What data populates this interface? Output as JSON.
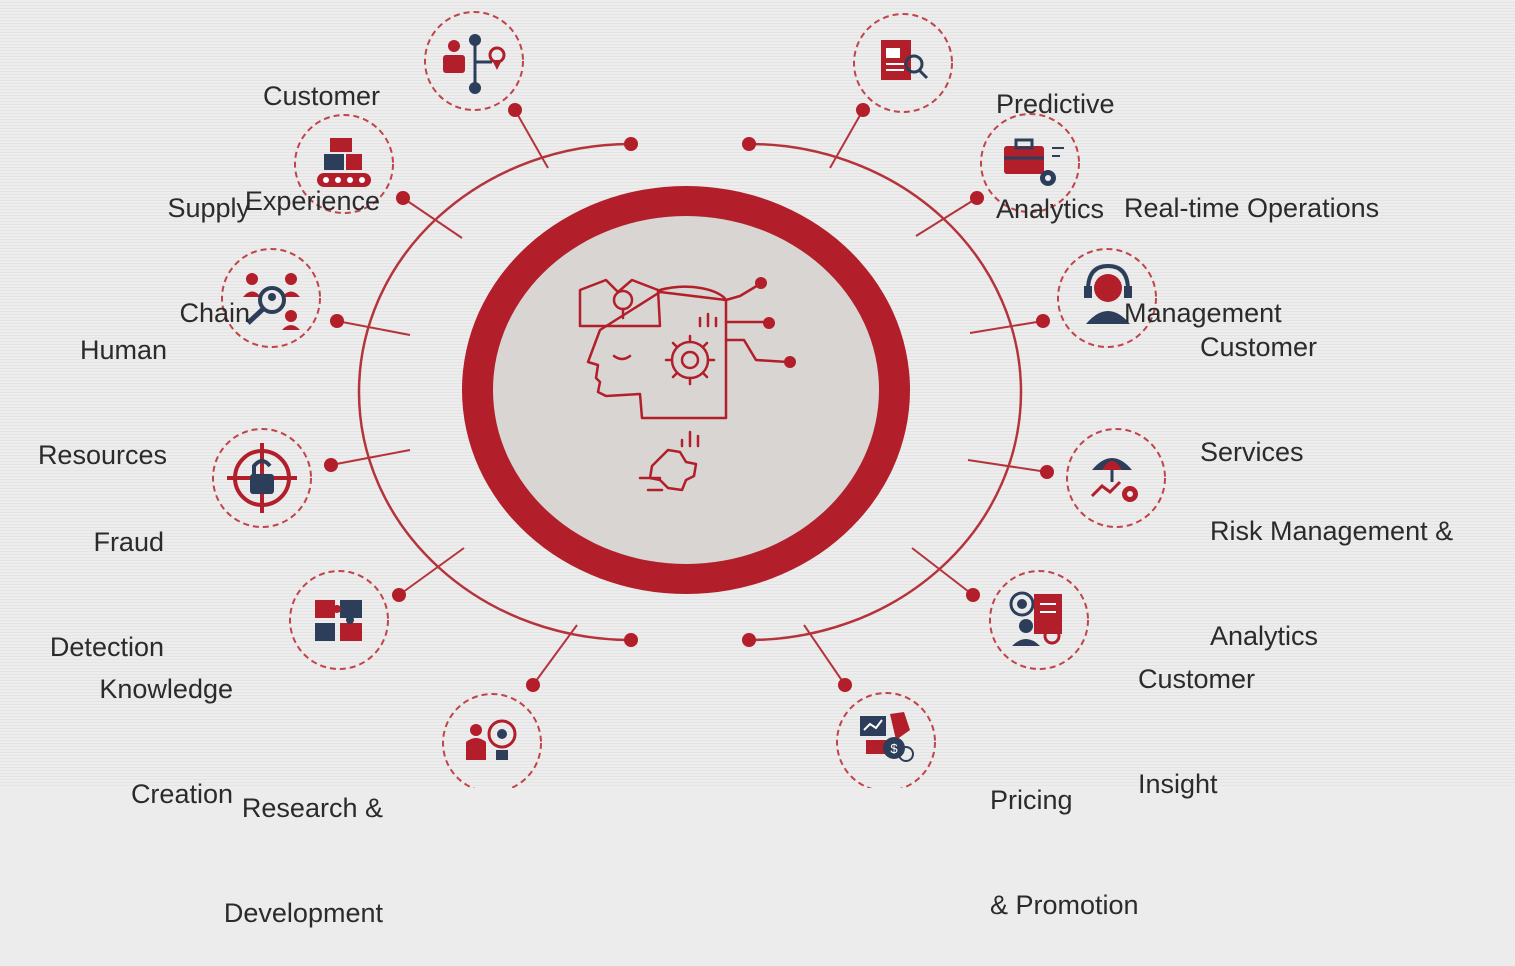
{
  "colors": {
    "background": "#ececec",
    "accent_red": "#b21e2a",
    "navy": "#2d3e5a",
    "inner_fill": "#d8d5d2",
    "line": "#b5343c"
  },
  "center": {
    "icon": "ai-head-gear-puzzle-icon"
  },
  "items_left": [
    {
      "id": "customer-experience",
      "line1": "Customer",
      "line2": "Experience",
      "icon": "customer-journey-icon"
    },
    {
      "id": "supply-chain",
      "line1": "Supply",
      "line2": "Chain",
      "icon": "conveyor-boxes-icon"
    },
    {
      "id": "human-resources",
      "line1": "Human",
      "line2": "Resources",
      "icon": "people-search-icon"
    },
    {
      "id": "fraud-detection",
      "line1": "Fraud",
      "line2": "Detection",
      "icon": "padlock-target-icon"
    },
    {
      "id": "knowledge-creation",
      "line1": "Knowledge",
      "line2": "Creation",
      "icon": "puzzle-pieces-icon"
    },
    {
      "id": "research-development",
      "line1": "Research &",
      "line2": "Development",
      "icon": "scientist-brain-icon"
    }
  ],
  "items_right": [
    {
      "id": "predictive-analytics",
      "line1": "Predictive",
      "line2": "Analytics",
      "icon": "report-magnifier-icon"
    },
    {
      "id": "realtime-operations",
      "line1": "Real-time Operations",
      "line2": "Management",
      "icon": "briefcase-gear-icon"
    },
    {
      "id": "customer-services",
      "line1": "Customer",
      "line2": "Services",
      "icon": "headset-agent-icon"
    },
    {
      "id": "risk-management",
      "line1": "Risk Management &",
      "line2": "Analytics",
      "icon": "umbrella-chart-icon"
    },
    {
      "id": "customer-insight",
      "line1": "Customer",
      "line2": "Insight",
      "icon": "person-target-icon"
    },
    {
      "id": "pricing-promotion",
      "line1": "Pricing",
      "line2": "& Promotion",
      "icon": "money-tags-icon"
    }
  ]
}
